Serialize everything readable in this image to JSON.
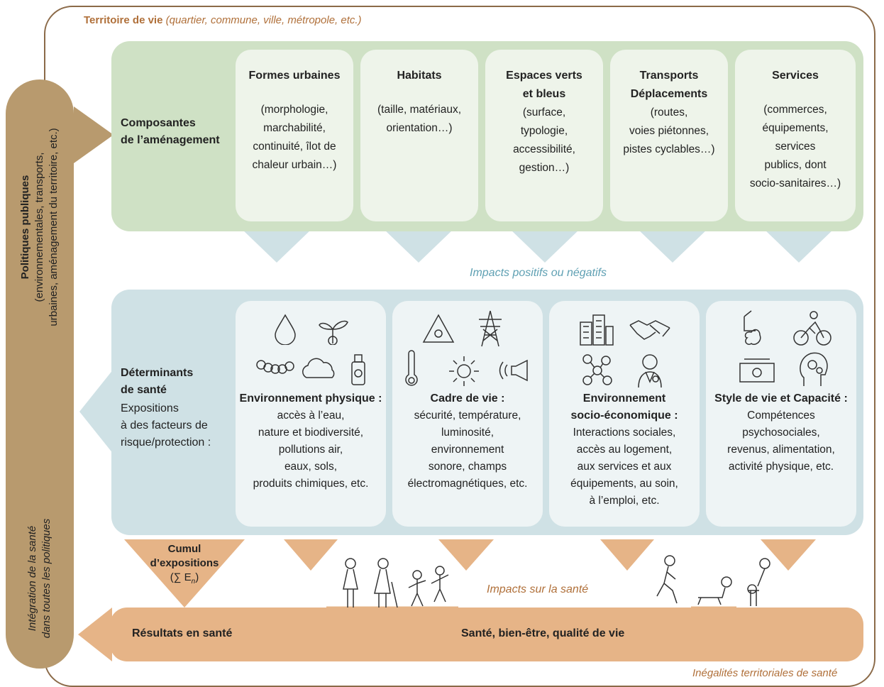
{
  "territory": {
    "title": "Territoire de vie",
    "subtitle": "(quartier, commune, ville, métropole, etc.)"
  },
  "policy": {
    "title": "Politiques publiques",
    "line1": "(environnementales, transports,",
    "line2": "urbaines, aménagement du territoire, etc.)"
  },
  "integration": {
    "line1": "Intégration de la santé",
    "line2": "dans toutes les politiques"
  },
  "composantes": {
    "label_line1": "Composantes",
    "label_line2": "de l’aménagement",
    "cards": [
      {
        "title": "Formes urbaines",
        "desc": "(morphologie,\nmarchabilité,\ncontinuité, îlot de\nchaleur urbain…)"
      },
      {
        "title": "Habitats",
        "desc": "(taille, matériaux,\norientation…)"
      },
      {
        "title": "Espaces verts\net bleus",
        "desc": "(surface,\ntypologie,\naccessibilité,\ngestion…)"
      },
      {
        "title": "Transports\nDéplacements",
        "desc": "(routes,\nvoies piétonnes,\npistes cyclables…)"
      },
      {
        "title": "Services",
        "desc": "(commerces,\néquipements,\nservices\npublics, dont\nsocio-sanitaires…)"
      }
    ]
  },
  "impacts_label": "Impacts positifs ou négatifs",
  "determinants": {
    "label_line1": "Déterminants",
    "label_line2": "de santé",
    "sub": "Expositions\nà des facteurs de\nrisque/protection :",
    "cards": [
      {
        "title": "Environnement physique :",
        "desc": "accès à l’eau,\nnature et biodiversité,\npollutions air,\neaux, sols,\nproduits chimiques, etc."
      },
      {
        "title": "Cadre de vie :",
        "desc": "sécurité, température,\nluminosité,\nenvironnement\nsonore, champs\nélectromagnétiques, etc."
      },
      {
        "title": "Environnement\nsocio-économique :",
        "desc": "Interactions sociales,\naccès au logement,\naux services et aux\néquipements, au soin,\nà l’emploi, etc."
      },
      {
        "title": "Style de vie et Capacité :",
        "desc": "Compétences\npsychosociales,\nrevenus, alimentation,\nactivité physique, etc."
      }
    ]
  },
  "cumul": {
    "line1": "Cumul",
    "line2": "d’expositions",
    "formula": "(∑ E",
    "sub": "n",
    "close": ")"
  },
  "health_impacts": "Impacts sur la santé",
  "results": {
    "label": "Résultats en santé",
    "main": "Santé, bien-être, qualité de vie"
  },
  "inequalities": "Inégalités territoriales de santé",
  "icons": [
    "water-drop",
    "plant",
    "caterpillar",
    "cloud",
    "spray",
    "warning",
    "pylon",
    "thermometer",
    "sun",
    "speaker",
    "buildings",
    "handshake",
    "network",
    "doctor",
    "food",
    "cyclist",
    "banknote",
    "head-gears"
  ]
}
